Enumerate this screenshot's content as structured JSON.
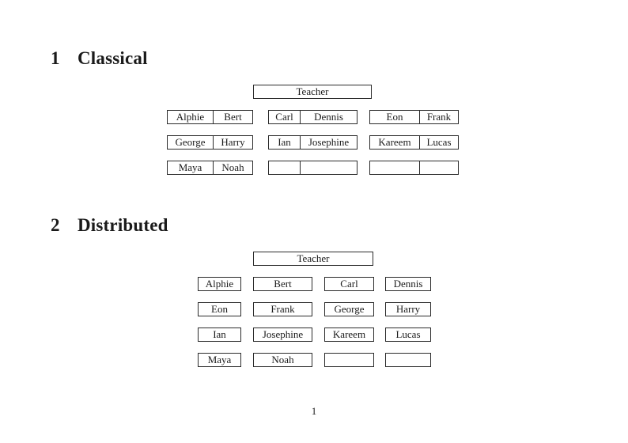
{
  "colors": {
    "ink": "#1a1a1a",
    "paper": "#ffffff"
  },
  "page": {
    "number": "1"
  },
  "sections": [
    {
      "number": "1",
      "title": "Classical",
      "teacher": "Teacher",
      "rows": [
        [
          [
            "Alphie",
            "Bert"
          ],
          [
            "Carl",
            "Dennis"
          ],
          [
            "Eon",
            "Frank"
          ]
        ],
        [
          [
            "George",
            "Harry"
          ],
          [
            "Ian",
            "Josephine"
          ],
          [
            "Kareem",
            "Lucas"
          ]
        ],
        [
          [
            "Maya",
            "Noah"
          ],
          [
            "",
            ""
          ],
          [
            "",
            ""
          ]
        ]
      ]
    },
    {
      "number": "2",
      "title": "Distributed",
      "teacher": "Teacher",
      "rows": [
        [
          "Alphie",
          "Bert",
          "Carl",
          "Dennis"
        ],
        [
          "Eon",
          "Frank",
          "George",
          "Harry"
        ],
        [
          "Ian",
          "Josephine",
          "Kareem",
          "Lucas"
        ],
        [
          "Maya",
          "Noah",
          "",
          ""
        ]
      ]
    }
  ]
}
